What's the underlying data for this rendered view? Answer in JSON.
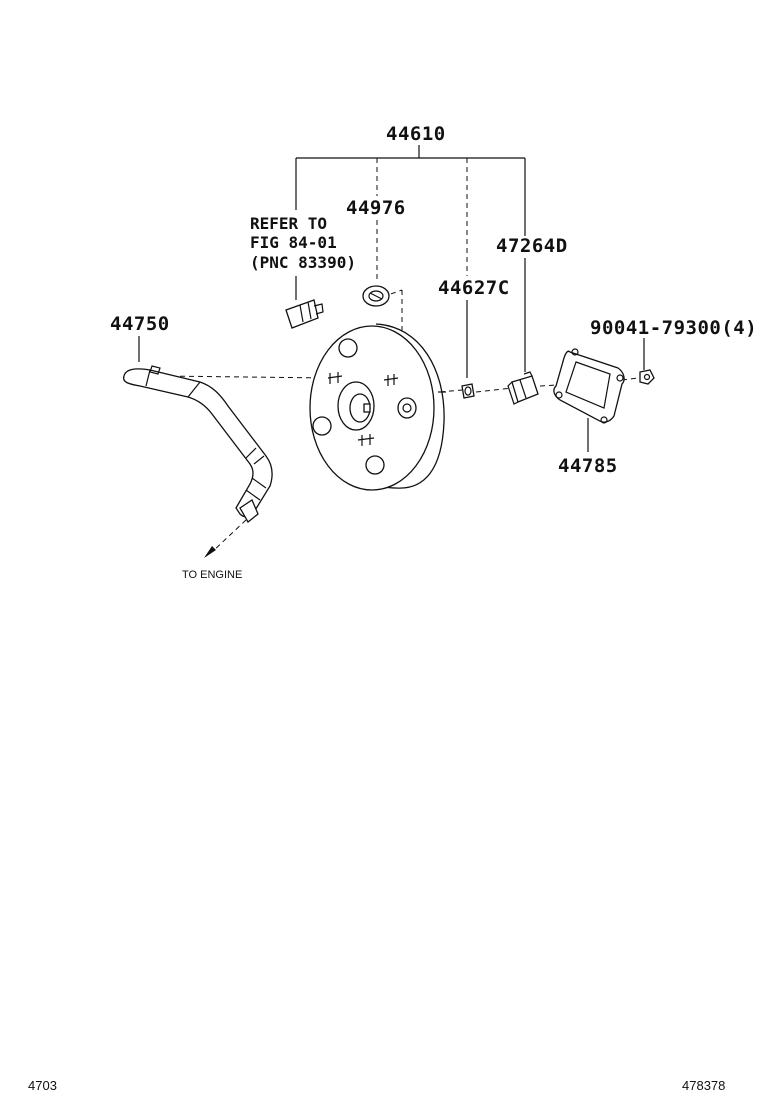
{
  "labels": {
    "assembly": "44610",
    "seal": "44976",
    "refer_line1": "REFER TO",
    "refer_line2": "FIG 84-01",
    "refer_line3": "(PNC 83390)",
    "check_valve": "44627C",
    "clevis": "47264D",
    "hose": "44750",
    "nut": "90041-79300(4)",
    "gasket": "44785",
    "to_engine": "TO ENGINE"
  },
  "footer": {
    "left_code": "4703",
    "right_code": "478378"
  },
  "colors": {
    "line": "#111111",
    "background": "#ffffff"
  }
}
